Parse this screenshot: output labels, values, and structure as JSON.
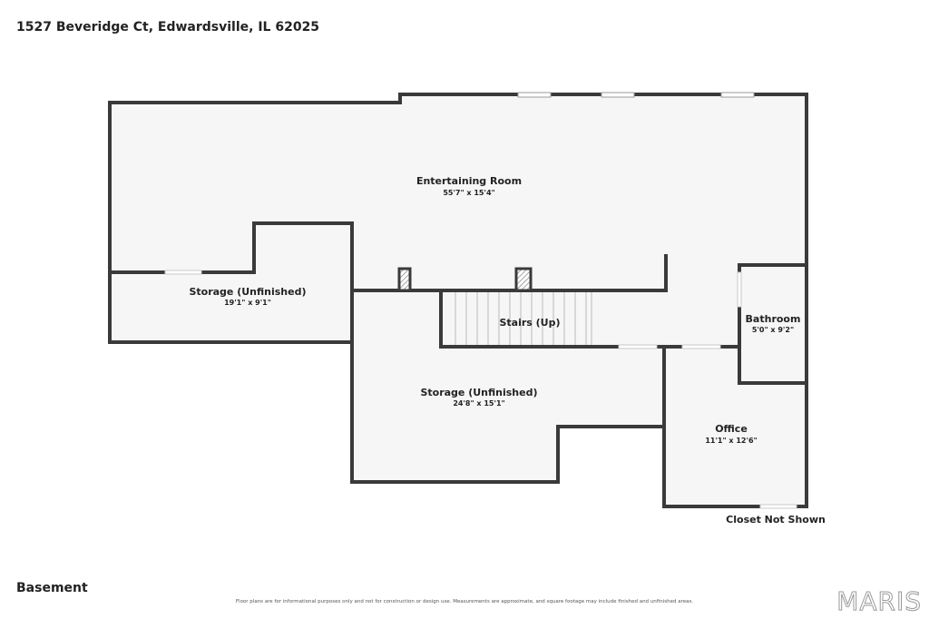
{
  "header": {
    "address": "1527 Beveridge Ct, Edwardsville, IL 62025"
  },
  "floor": {
    "label": "Basement"
  },
  "rooms": {
    "entertaining": {
      "name": "Entertaining Room",
      "dims": "55'7\" x 15'4\""
    },
    "storage_left": {
      "name": "Storage (Unfinished)",
      "dims": "19'1\" x 9'1\""
    },
    "stairs": {
      "name": "Stairs (Up)"
    },
    "bathroom": {
      "name": "Bathroom",
      "dims": "5'0\" x 9'2\""
    },
    "storage_main": {
      "name": "Storage (Unfinished)",
      "dims": "24'8\" x 15'1\""
    },
    "office": {
      "name": "Office",
      "dims": "11'1\" x 12'6\""
    }
  },
  "notes": {
    "closet": "Closet Not Shown"
  },
  "footer": {
    "disclaimer": "Floor plans are for informational purposes only and not for construction or design use. Measurements are approximate, and square footage may include finished and unfinished areas.",
    "brand": "MARIS"
  },
  "colors": {
    "wall": "#3a3a3a",
    "floor": "#f6f6f6",
    "background": "#ffffff"
  }
}
